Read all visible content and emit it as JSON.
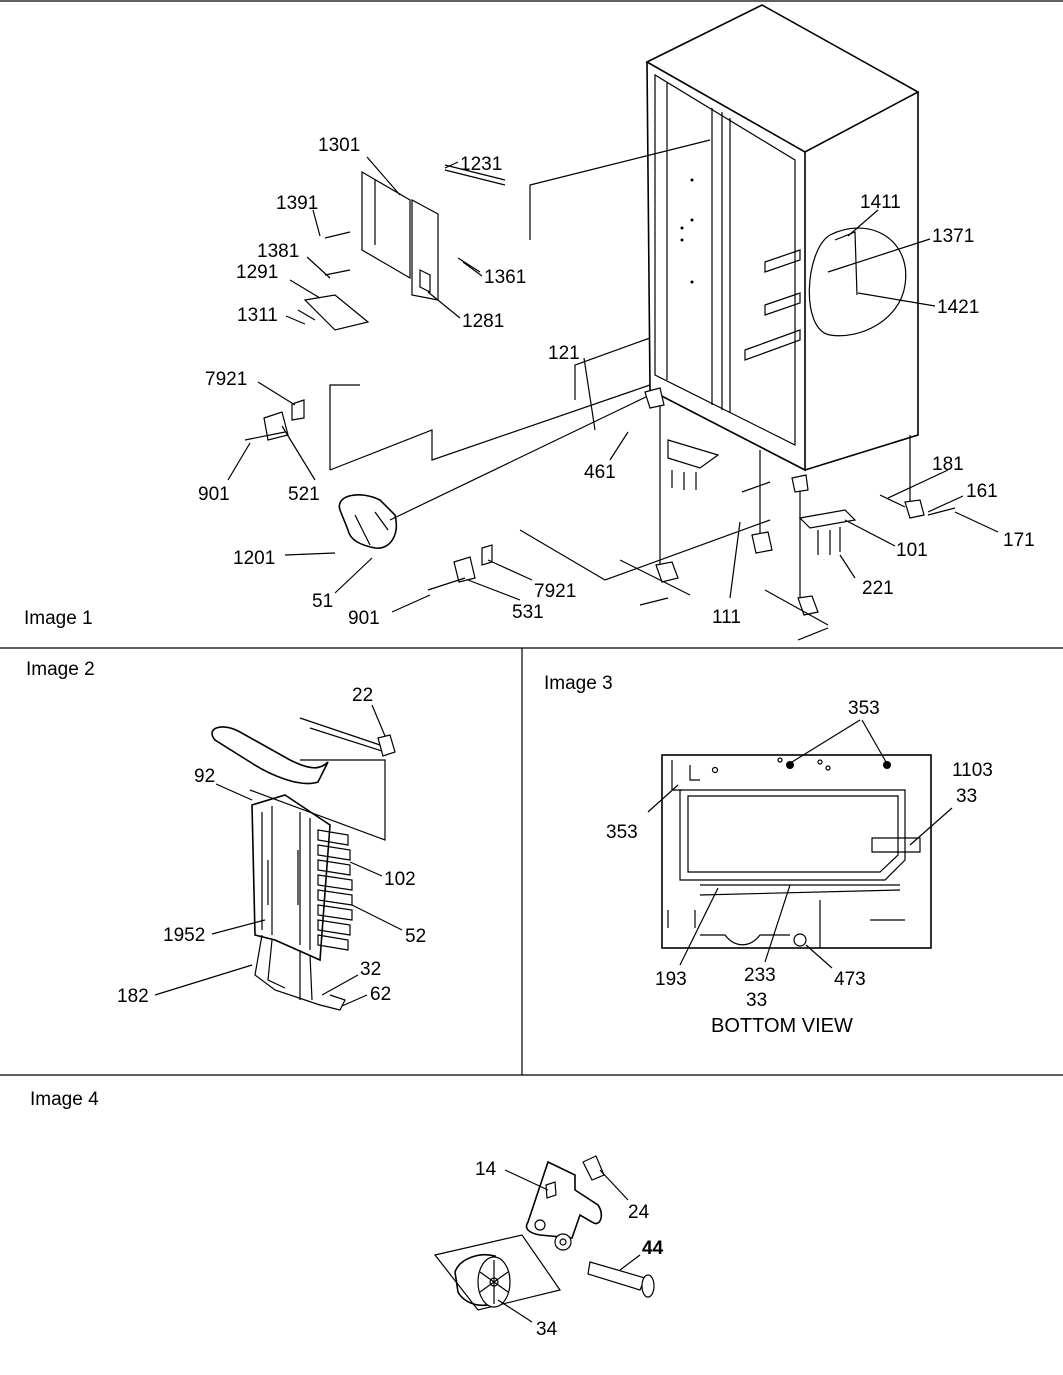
{
  "panels": [
    {
      "id": "image1",
      "title": "Image 1"
    },
    {
      "id": "image2",
      "title": "Image 2"
    },
    {
      "id": "image3",
      "title": "Image 3"
    },
    {
      "id": "image4",
      "title": "Image 4"
    }
  ],
  "image1_callouts": [
    "1301",
    "1231",
    "1391",
    "1381",
    "1361",
    "1291",
    "1311",
    "1281",
    "1411",
    "1371",
    "1421",
    "121",
    "7921",
    "461",
    "901",
    "521",
    "181",
    "161",
    "1201",
    "171",
    "101",
    "51",
    "221",
    "901",
    "531",
    "7921",
    "111"
  ],
  "image2_callouts": [
    "22",
    "92",
    "102",
    "52",
    "1952",
    "32",
    "62",
    "182"
  ],
  "image3_callouts": [
    "353",
    "1103",
    "33",
    "353",
    "193",
    "233",
    "33",
    "473"
  ],
  "image3_caption": "BOTTOM VIEW",
  "image4_callouts": [
    "14",
    "24",
    "44",
    "34"
  ]
}
